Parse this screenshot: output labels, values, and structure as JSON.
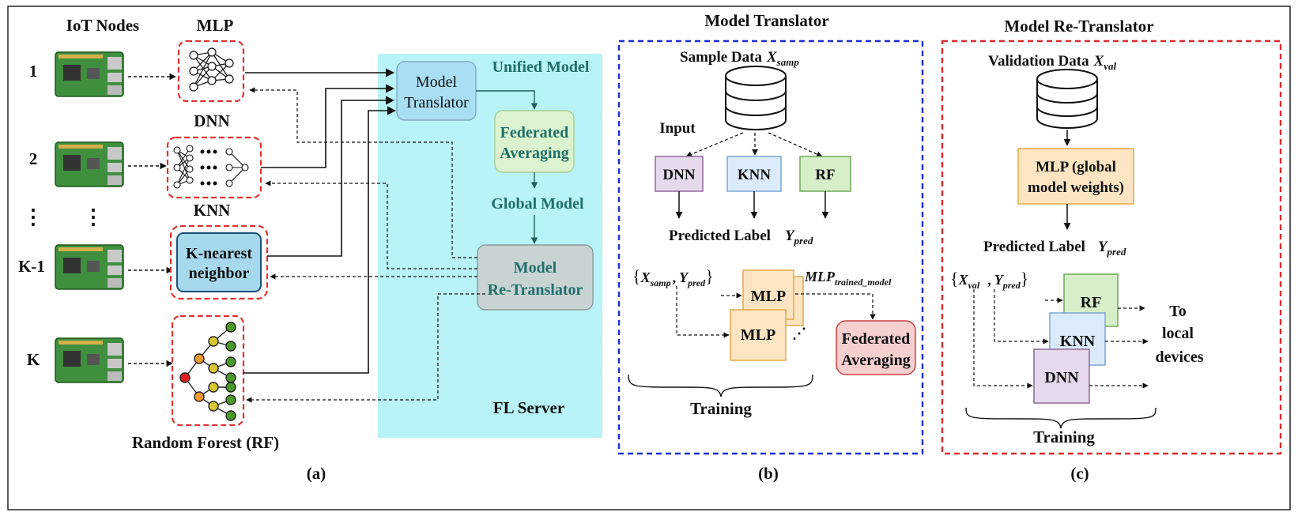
{
  "panel_a": {
    "heading_nodes": "IoT Nodes",
    "heading_mlp": "MLP",
    "node_labels": [
      "1",
      "2",
      "⋮",
      "K-1",
      "K"
    ],
    "vdots": "⋮",
    "label_dnn": "DNN",
    "label_knn": "KNN",
    "knn_box_line1": "K-nearest",
    "knn_box_line2": "neighbor",
    "label_rf": "Random Forest (RF)",
    "server": {
      "unified_model": "Unified Model",
      "translator_line1": "Model",
      "translator_line2": "Translator",
      "fedavg_line1": "Federated",
      "fedavg_line2": "Averaging",
      "global_model": "Global Model",
      "retranslator_line1": "Model",
      "retranslator_line2": "Re-Translator",
      "fl_server": "FL Server"
    },
    "caption": "(a)"
  },
  "panel_b": {
    "title": "Model Translator",
    "sample_data": "Sample Data",
    "sample_var": "X",
    "sample_sub": "samp",
    "input_label": "Input",
    "boxes": [
      "DNN",
      "KNN",
      "RF"
    ],
    "predicted_label": "Predicted Label",
    "y_pred": "Y",
    "pred_sub": "pred",
    "pair_open": "{",
    "pair_x": "X",
    "pair_x_sub": "samp",
    "pair_comma": ",",
    "pair_y": "Y",
    "pair_y_sub": "pred",
    "pair_close": "}",
    "mlp": "MLP",
    "mlp_trained": "MLP",
    "mlp_trained_sub": "trained_model",
    "fedavg_line1": "Federated",
    "fedavg_line2": "Averaging",
    "training": "Training",
    "caption": "(b)",
    "colors": {
      "border": "#1a2fd6"
    }
  },
  "panel_c": {
    "title": "Model Re-Translator",
    "validation_data": "Validation Data",
    "val_var": "X",
    "val_sub": "val",
    "mlp_line1": "MLP (global",
    "mlp_line2": "model weights)",
    "predicted_label": "Predicted Label",
    "y_pred": "Y",
    "pred_sub": "pred",
    "pair_open": "{",
    "pair_x": "X",
    "pair_x_sub": "val",
    "pair_comma": ",",
    "pair_y": "Y",
    "pair_y_sub": "pred",
    "pair_close": "}",
    "boxes": [
      "RF",
      "KNN",
      "DNN"
    ],
    "to_line1": "To",
    "to_line2": "local",
    "to_line3": "devices",
    "training": "Training",
    "caption": "(c)",
    "colors": {
      "border": "#d92b2b"
    }
  },
  "colors": {
    "server_bg": "#b8f3f8",
    "translator_fill": "#a9dff5",
    "fedavg_fill": "#dbf3cf",
    "retrans_fill": "#c9d3d3",
    "knn_fill": "#a6d9ee",
    "dnn_fill": "#e6d9ec",
    "knn_box_fill": "#dcebfb",
    "rf_fill": "#d7efc9",
    "mlp_fill": "#fde5c3",
    "fed_red_fill": "#f6cfcf",
    "red_dash": "#e03131"
  }
}
